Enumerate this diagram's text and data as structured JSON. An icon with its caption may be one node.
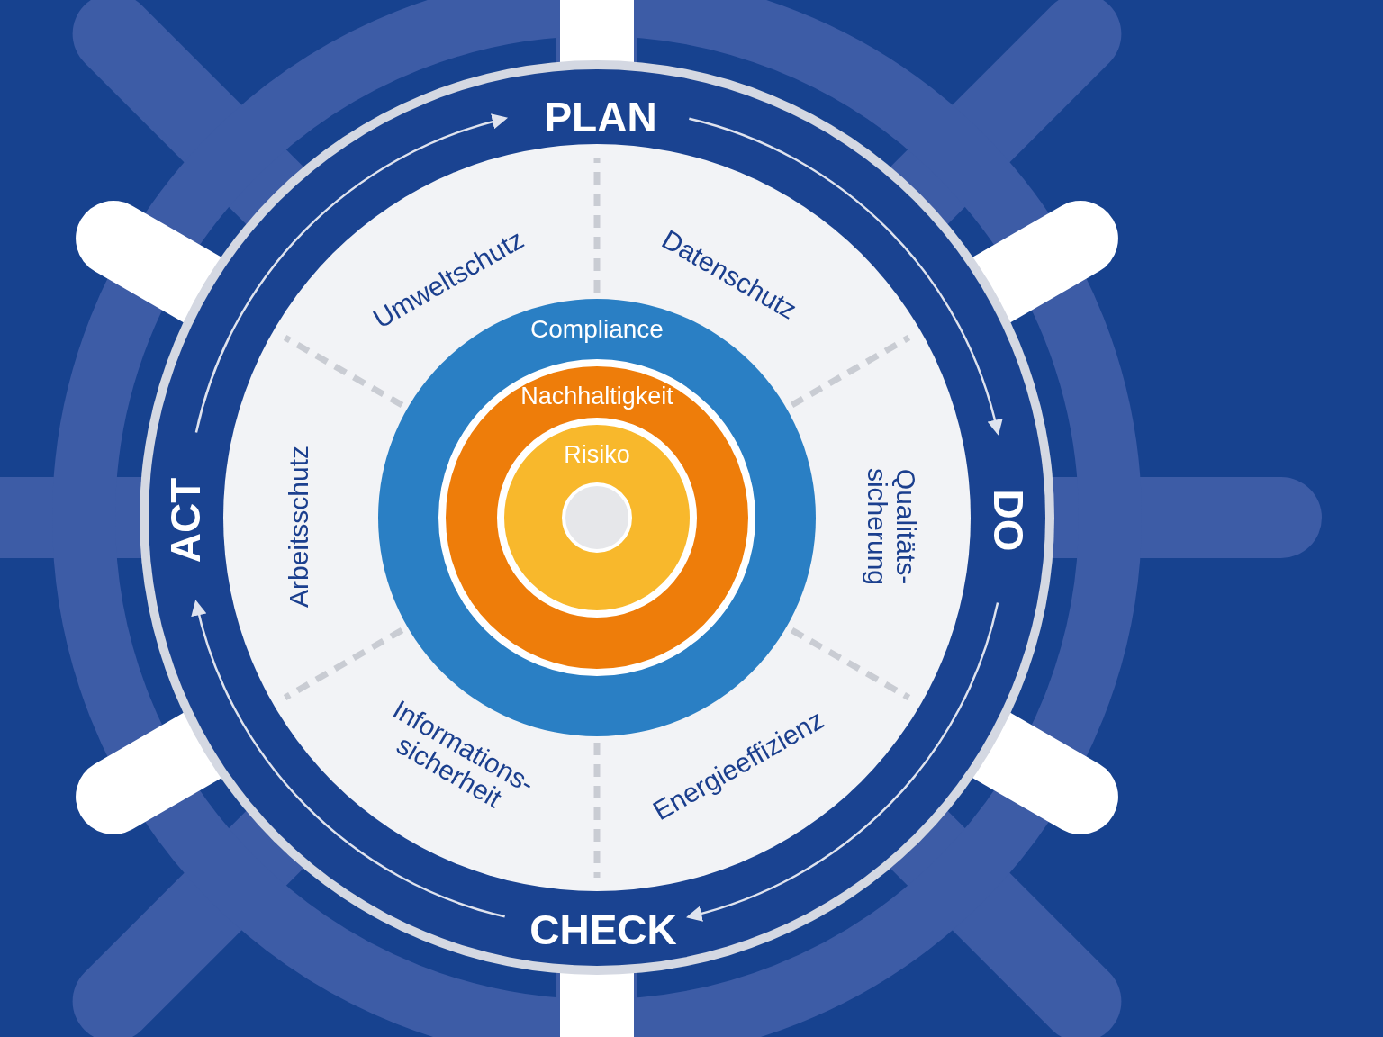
{
  "diagram": {
    "nodes": [
      {
        "text": [
          "PLAN"
        ]
      },
      {
        "text": [
          "DO"
        ]
      },
      {
        "text": [
          "CHECK"
        ]
      },
      {
        "text": [
          "ACT"
        ]
      },
      {
        "text": [
          "Umweltschutz"
        ]
      },
      {
        "text": [
          "Datenschutz"
        ]
      },
      {
        "text": [
          "Qualitäts- sicherung"
        ]
      },
      {
        "text": [
          "Energieeffizienz"
        ]
      },
      {
        "text": [
          "Informations- sicherheit"
        ]
      },
      {
        "text": [
          "Arbeitsschutz"
        ]
      },
      {
        "text": [
          "Compliance"
        ]
      },
      {
        "text": [
          "Nachhaltigkeit"
        ],
        "in": 10
      },
      {
        "text": [
          "Risiko"
        ],
        "in": 11
      },
      {
        "text": [],
        "shape": "circle",
        "in": 12
      }
    ],
    "edges": [
      {
        "from": 0,
        "to": 1,
        "arrow": "to"
      },
      {
        "from": 1,
        "to": 2,
        "arrow": "to"
      },
      {
        "from": 2,
        "to": 3,
        "arrow": "to"
      },
      {
        "from": 3,
        "to": 0,
        "arrow": "to"
      }
    ]
  }
}
